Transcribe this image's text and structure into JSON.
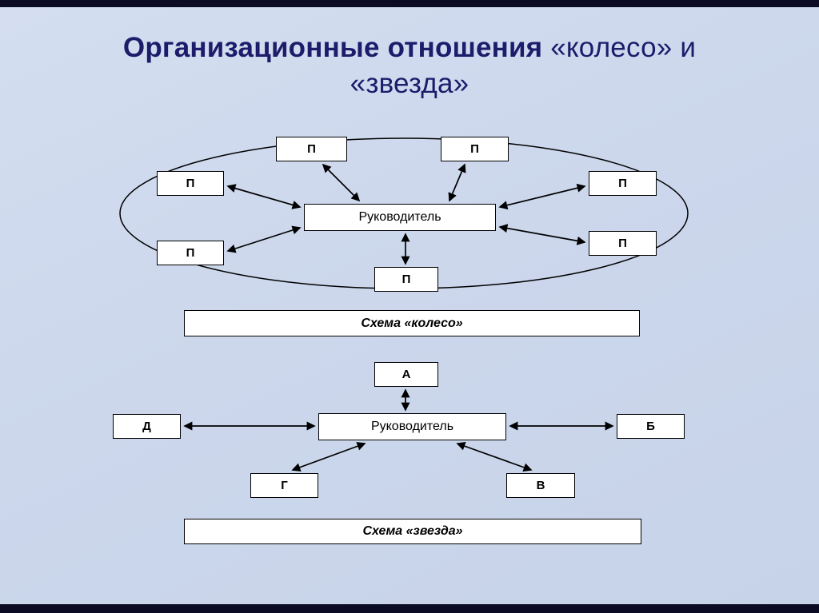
{
  "colors": {
    "background": "#ccd7ec",
    "border_bar": "#0b0b24",
    "title_text": "#1c1c6b",
    "box_fill": "#ffffff",
    "box_border": "#000000",
    "line": "#000000"
  },
  "title": {
    "bold_part": "Организационные отношения",
    "line1_rest": " «колесо» и",
    "line2": "«звезда»"
  },
  "wheel": {
    "center_label": "Руководитель",
    "nodes": {
      "top_left": "П",
      "top_right": "П",
      "left_upper": "П",
      "left_lower": "П",
      "right_upper": "П",
      "right_lower": "П",
      "bottom": "П"
    },
    "caption": "Схема «колесо»"
  },
  "star": {
    "center_label": "Руководитель",
    "nodes": {
      "top": "А",
      "right": "Б",
      "bottom_right": "В",
      "bottom_left": "Г",
      "left": "Д"
    },
    "caption": "Схема «звезда»"
  }
}
